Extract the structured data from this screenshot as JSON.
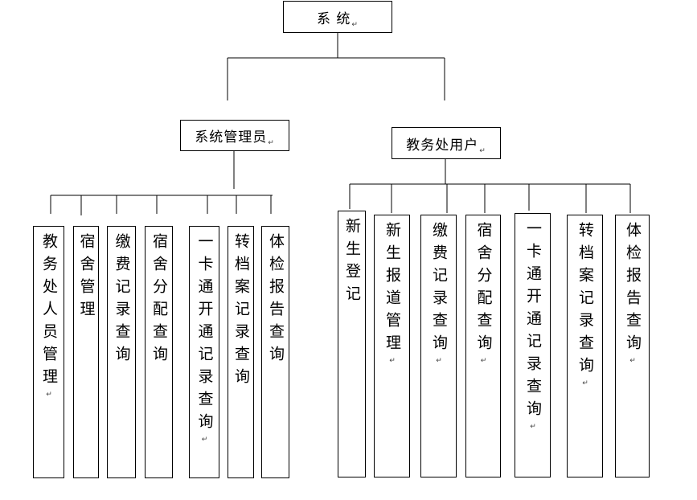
{
  "root": {
    "label": "系 统",
    "mark": "↵"
  },
  "admin": {
    "label": "系统管理员",
    "mark": "↵",
    "children": [
      {
        "label": "教务处人员管理",
        "mark": "↵"
      },
      {
        "label": "宿舍管理",
        "mark": ""
      },
      {
        "label": "缴费记录查询",
        "mark": ""
      },
      {
        "label": "宿舍分配查询",
        "mark": ""
      },
      {
        "label": "一卡通开通记录查询",
        "mark": "↵"
      },
      {
        "label": "转档案记录查询",
        "mark": ""
      },
      {
        "label": "体检报告查询",
        "mark": ""
      }
    ]
  },
  "office": {
    "label": "教务处用户",
    "mark": "↵",
    "children": [
      {
        "label": "新生登记",
        "mark": ""
      },
      {
        "label": "新生报道管理",
        "mark": "↵"
      },
      {
        "label": "缴费记录查询",
        "mark": "↵"
      },
      {
        "label": "宿舍分配查询",
        "mark": "↵"
      },
      {
        "label": "一卡通开通记录查询",
        "mark": "↵"
      },
      {
        "label": "转档案记录查询",
        "mark": "↵"
      },
      {
        "label": "体检报告查询",
        "mark": "↵"
      }
    ]
  }
}
